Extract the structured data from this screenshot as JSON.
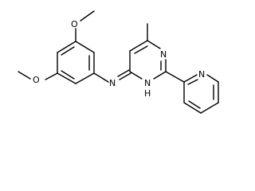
{
  "molecule": {
    "atoms": {
      "n_amine": "N",
      "h_amine": "H",
      "n_pyrimidine_top": "N",
      "n_pyridine": "N",
      "o_top": "O",
      "o_left": "O"
    }
  }
}
